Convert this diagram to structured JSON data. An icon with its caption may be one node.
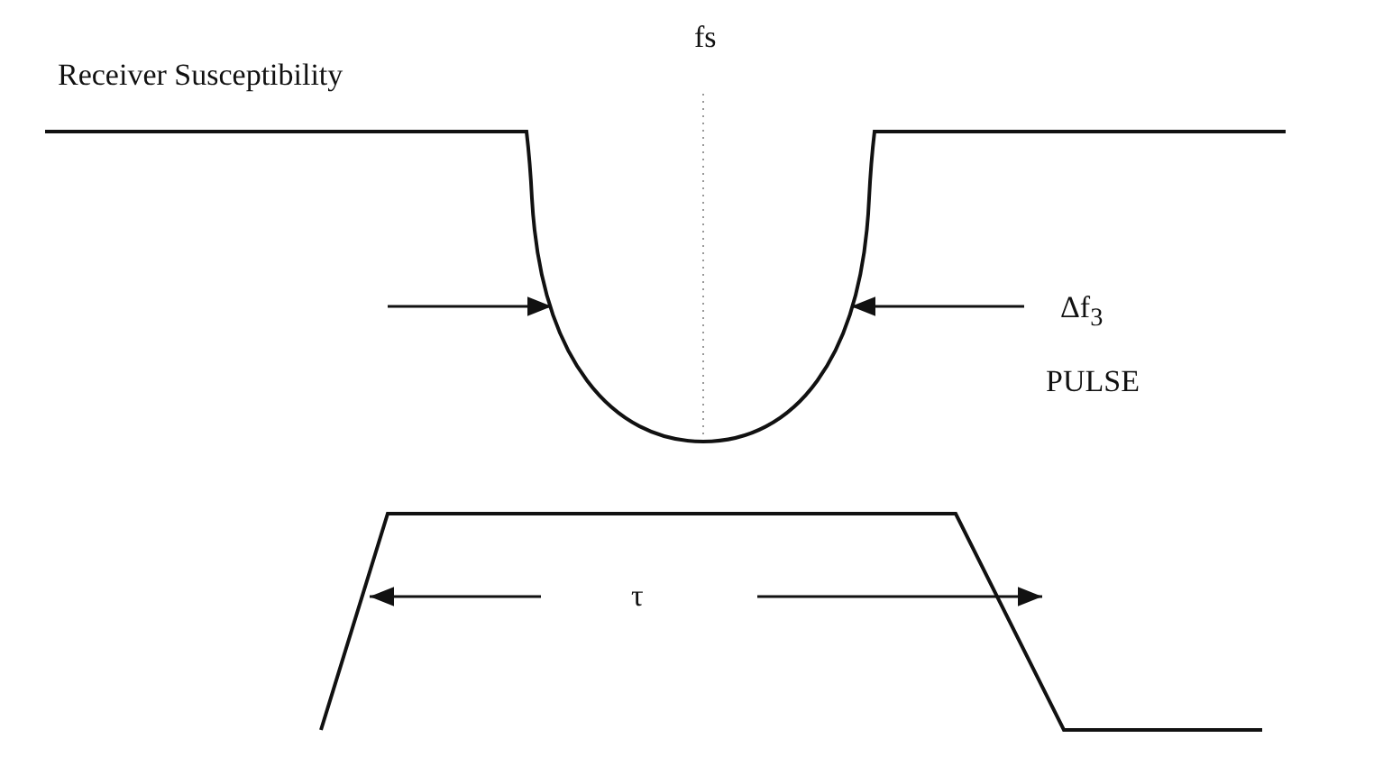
{
  "diagram": {
    "labels": [
      "Receiver Susceptibility",
      "fs",
      "Δf$_{3}$",
      "PULSE",
      "τ"
    ]
  }
}
